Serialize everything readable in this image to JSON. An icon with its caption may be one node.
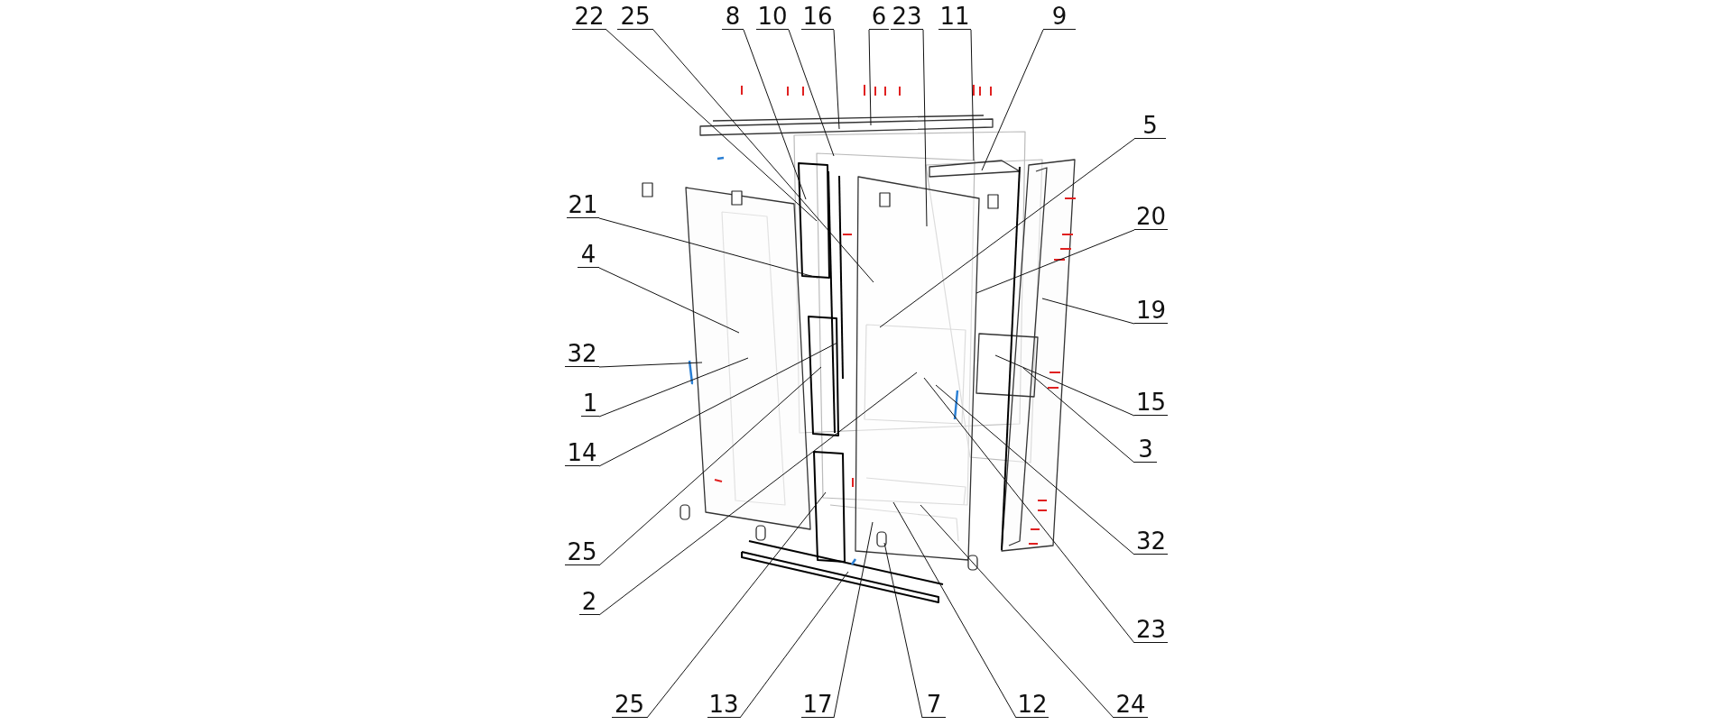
{
  "diagram": {
    "nodes": [
      {
        "text": [
          "22"
        ]
      },
      {
        "text": [
          "25"
        ]
      },
      {
        "text": [
          "8"
        ]
      },
      {
        "text": [
          "10"
        ]
      },
      {
        "text": [
          "16"
        ]
      },
      {
        "text": [
          "6"
        ]
      },
      {
        "text": [
          "23"
        ]
      },
      {
        "text": [
          "11"
        ]
      },
      {
        "text": [
          "9"
        ]
      },
      {
        "text": [
          "5"
        ]
      },
      {
        "text": [
          "21"
        ]
      },
      {
        "text": [
          "20"
        ]
      },
      {
        "text": [
          "4"
        ]
      },
      {
        "text": [
          "19"
        ]
      },
      {
        "text": [
          "32"
        ]
      },
      {
        "text": [
          "1"
        ]
      },
      {
        "text": [
          "15"
        ]
      },
      {
        "text": [
          "14"
        ]
      },
      {
        "text": [
          "3"
        ]
      },
      {
        "text": [
          "32"
        ]
      },
      {
        "text": [
          "25"
        ]
      },
      {
        "text": [
          "2"
        ]
      },
      {
        "text": [
          "23"
        ]
      },
      {
        "text": [
          "25"
        ]
      },
      {
        "text": [
          "13"
        ]
      },
      {
        "text": [
          "17"
        ]
      },
      {
        "text": [
          "7"
        ]
      },
      {
        "text": [
          "12"
        ]
      },
      {
        "text": [
          "24"
        ]
      }
    ],
    "edges": [
      {
        "from": 0,
        "to": null,
        "arrow": "none"
      },
      {
        "from": 1,
        "to": null,
        "arrow": "none"
      },
      {
        "from": 2,
        "to": null,
        "arrow": "none"
      },
      {
        "from": 3,
        "to": null,
        "arrow": "none"
      },
      {
        "from": 4,
        "to": null,
        "arrow": "none"
      },
      {
        "from": 5,
        "to": null,
        "arrow": "none"
      },
      {
        "from": 6,
        "to": null,
        "arrow": "none"
      },
      {
        "from": 7,
        "to": null,
        "arrow": "none"
      },
      {
        "from": 8,
        "to": null,
        "arrow": "none"
      },
      {
        "from": 9,
        "to": null,
        "arrow": "none"
      },
      {
        "from": 10,
        "to": null,
        "arrow": "none"
      },
      {
        "from": 11,
        "to": null,
        "arrow": "none"
      },
      {
        "from": 12,
        "to": null,
        "arrow": "none"
      },
      {
        "from": 13,
        "to": null,
        "arrow": "none"
      },
      {
        "from": 14,
        "to": null,
        "arrow": "none"
      },
      {
        "from": 15,
        "to": null,
        "arrow": "none"
      },
      {
        "from": 16,
        "to": null,
        "arrow": "none"
      },
      {
        "from": 17,
        "to": null,
        "arrow": "none"
      },
      {
        "from": 18,
        "to": null,
        "arrow": "none"
      },
      {
        "from": 19,
        "to": null,
        "arrow": "none"
      },
      {
        "from": 20,
        "to": null,
        "arrow": "none"
      },
      {
        "from": 21,
        "to": null,
        "arrow": "none"
      },
      {
        "from": 22,
        "to": null,
        "arrow": "none"
      },
      {
        "from": 23,
        "to": null,
        "arrow": "none"
      },
      {
        "from": 24,
        "to": null,
        "arrow": "none"
      },
      {
        "from": 25,
        "to": null,
        "arrow": "none"
      },
      {
        "from": 26,
        "to": null,
        "arrow": "none"
      },
      {
        "from": 27,
        "to": null,
        "arrow": "none"
      },
      {
        "from": 28,
        "to": null,
        "arrow": "none"
      }
    ]
  }
}
